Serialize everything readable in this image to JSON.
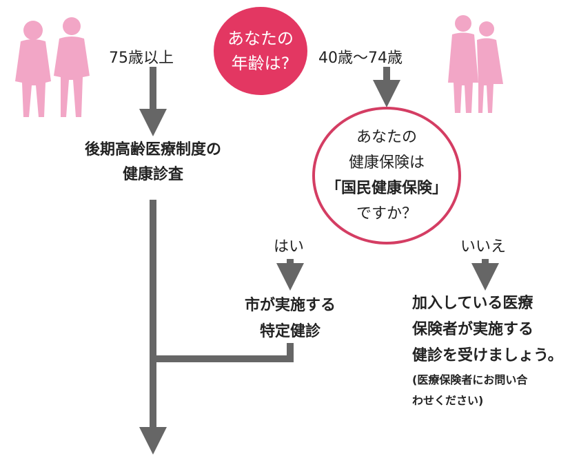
{
  "age_question": [
    "あなたの",
    "年齢は?"
  ],
  "branch_75": {
    "age_label": "75歳以上",
    "result": [
      "後期高齢医療制度の",
      "健康診査"
    ]
  },
  "branch_40_74": {
    "age_label": "40歳〜74歳",
    "question": [
      "あなたの",
      "健康保険は",
      "「国民健康保険」",
      "ですか？"
    ],
    "yes": {
      "label": "はい",
      "result": [
        "市が実施する",
        "特定健診"
      ]
    },
    "no": {
      "label": "いいえ",
      "result": [
        "加入している医療",
        "保険者が実施する",
        "健診を受けましょう。"
      ],
      "note": [
        "(医療保険者にお問い合",
        "わせください)"
      ]
    }
  },
  "icons": [
    "elderly-couple-icon",
    "adult-couple-icon"
  ],
  "colors": {
    "accent": "#e33762",
    "arrow": "#666666",
    "figure": "#f2a6c6"
  }
}
